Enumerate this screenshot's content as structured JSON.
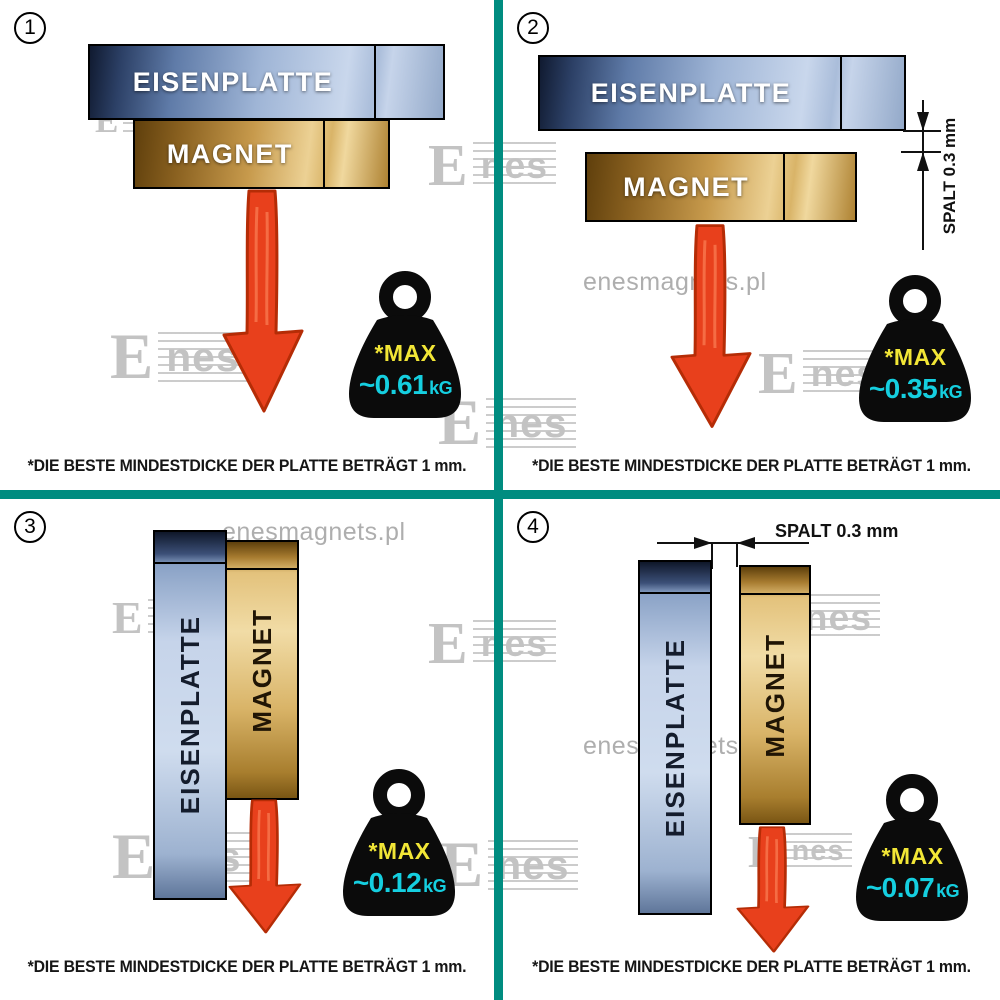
{
  "colors": {
    "divider": "#008c80",
    "arrow_fill": "#e8401c",
    "arrow_stroke": "#b52c06",
    "max_color": "#f2e636",
    "val_color": "#15cfe0",
    "watermark_color": "#a0a0a0"
  },
  "watermark": {
    "logo_e": "E",
    "logo_nes": "nes",
    "site": "enesmagnets.pl"
  },
  "panels": [
    {
      "number": "1",
      "plate_label": "EISENPLATTE",
      "magnet_label": "MAGNET",
      "max_label": "*MAX",
      "weight_value": "~0.61",
      "weight_unit": "kG",
      "caption_prefix": "*DIE BESTE MINDESTDICKE DER PLATTE BETRÄGT",
      "caption_bold": "1 mm."
    },
    {
      "number": "2",
      "plate_label": "EISENPLATTE",
      "magnet_label": "MAGNET",
      "gap_label": "SPALT 0.3 mm",
      "max_label": "*MAX",
      "weight_value": "~0.35",
      "weight_unit": "kG",
      "caption_prefix": "*DIE BESTE MINDESTDICKE DER PLATTE BETRÄGT",
      "caption_bold": "1 mm."
    },
    {
      "number": "3",
      "plate_label": "EISENPLATTE",
      "magnet_label": "MAGNET",
      "max_label": "*MAX",
      "weight_value": "~0.12",
      "weight_unit": "kG",
      "caption_prefix": "*DIE BESTE MINDESTDICKE DER PLATTE BETRÄGT",
      "caption_bold": "1 mm."
    },
    {
      "number": "4",
      "plate_label": "EISENPLATTE",
      "magnet_label": "MAGNET",
      "gap_label": "SPALT 0.3 mm",
      "max_label": "*MAX",
      "weight_value": "~0.07",
      "weight_unit": "kG",
      "caption_prefix": "*DIE BESTE MINDESTDICKE DER PLATTE BETRÄGT",
      "caption_bold": "1 mm."
    }
  ]
}
